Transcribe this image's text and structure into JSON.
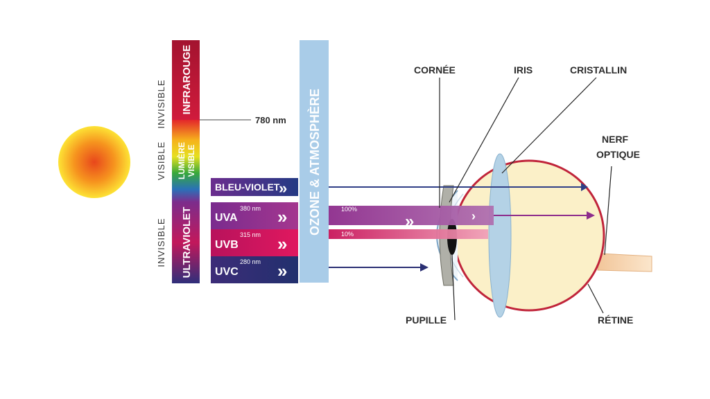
{
  "side_labels": {
    "top": "INVISIBLE",
    "middle": "VISIBLE",
    "bottom": "INVISIBLE"
  },
  "spectrum": {
    "infrared": "INFRAROUGE",
    "visible_line1": "LUMIÈRE",
    "visible_line2": "VISIBLE",
    "ultraviolet": "ULTRAVIOLET"
  },
  "wavelength_780": "780 nm",
  "bands": [
    {
      "label": "BLEU-VIOLET",
      "nm": "",
      "chevron": "»"
    },
    {
      "label": "UVA",
      "nm": "380 nm",
      "chevron": "»"
    },
    {
      "label": "UVB",
      "nm": "315 nm",
      "chevron": "»"
    },
    {
      "label": "UVC",
      "nm": "280 nm",
      "chevron": "»"
    }
  ],
  "ozone": "OZONE & ATMOSPHÈRE",
  "percent_uva": "100%",
  "percent_uvb": "10%",
  "eye_labels": {
    "cornea": "CORNÉE",
    "iris": "IRIS",
    "lens": "CRISTALLIN",
    "optic_nerve_line1": "NERF",
    "optic_nerve_line2": "OPTIQUE",
    "pupil": "PUPILLE",
    "retina": "RÉTINE"
  },
  "colors": {
    "infrared": "#b3123a",
    "ultraviolet": "#5a2d7d",
    "bleu_violet": "#2f3f86",
    "uva": "#8d2c8c",
    "uvb": "#c8155a",
    "uvc": "#2a2f73",
    "ozone": "#a9cce8",
    "eye": "#fbf0c8",
    "retina": "#c0243a"
  }
}
